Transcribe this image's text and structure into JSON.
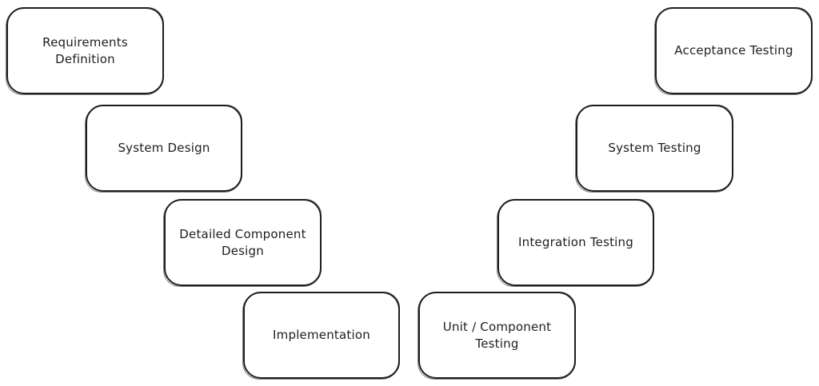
{
  "diagram": {
    "left_branch": [
      {
        "id": "requirements",
        "label": "Requirements\nDefinition"
      },
      {
        "id": "system-design",
        "label": "System Design"
      },
      {
        "id": "detailed-design",
        "label": "Detailed Component\nDesign"
      },
      {
        "id": "implementation",
        "label": "Implementation"
      }
    ],
    "right_branch": [
      {
        "id": "unit-testing",
        "label": "Unit / Component\nTesting"
      },
      {
        "id": "integration-testing",
        "label": "Integration Testing"
      },
      {
        "id": "system-testing",
        "label": "System Testing"
      },
      {
        "id": "acceptance-testing",
        "label": "Acceptance Testing"
      }
    ]
  },
  "colors": {
    "stroke": "#1e1e1e",
    "background": "#ffffff",
    "text": "#1e1e1e"
  }
}
